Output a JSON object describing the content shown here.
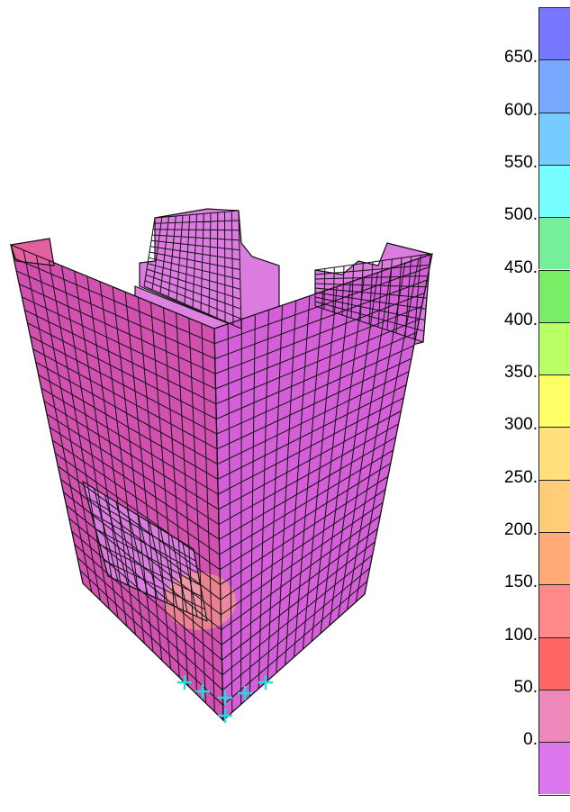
{
  "legend": {
    "labels": [
      "650.",
      "600.",
      "550.",
      "500.",
      "450.",
      "400.",
      "350.",
      "300.",
      "250.",
      "200.",
      "150.",
      "100.",
      "50.",
      "0."
    ],
    "colors": [
      "#7777ff",
      "#77aaff",
      "#77ccff",
      "#77ffff",
      "#77ee99",
      "#77ee66",
      "#bbff66",
      "#ffff66",
      "#ffe07a",
      "#ffcc77",
      "#ffaa77",
      "#ff8888",
      "#ff6666",
      "#ee88bb",
      "#dd77ee"
    ]
  },
  "model": {
    "colors": {
      "wall_main": "#d45fd8",
      "wall_front": "#c85cd0",
      "wall_left": "#d250b0",
      "wall_top_pink": "#e35fa0",
      "interior": "#dc7be0",
      "support": "#22dddd",
      "mesh": "#111111"
    }
  }
}
